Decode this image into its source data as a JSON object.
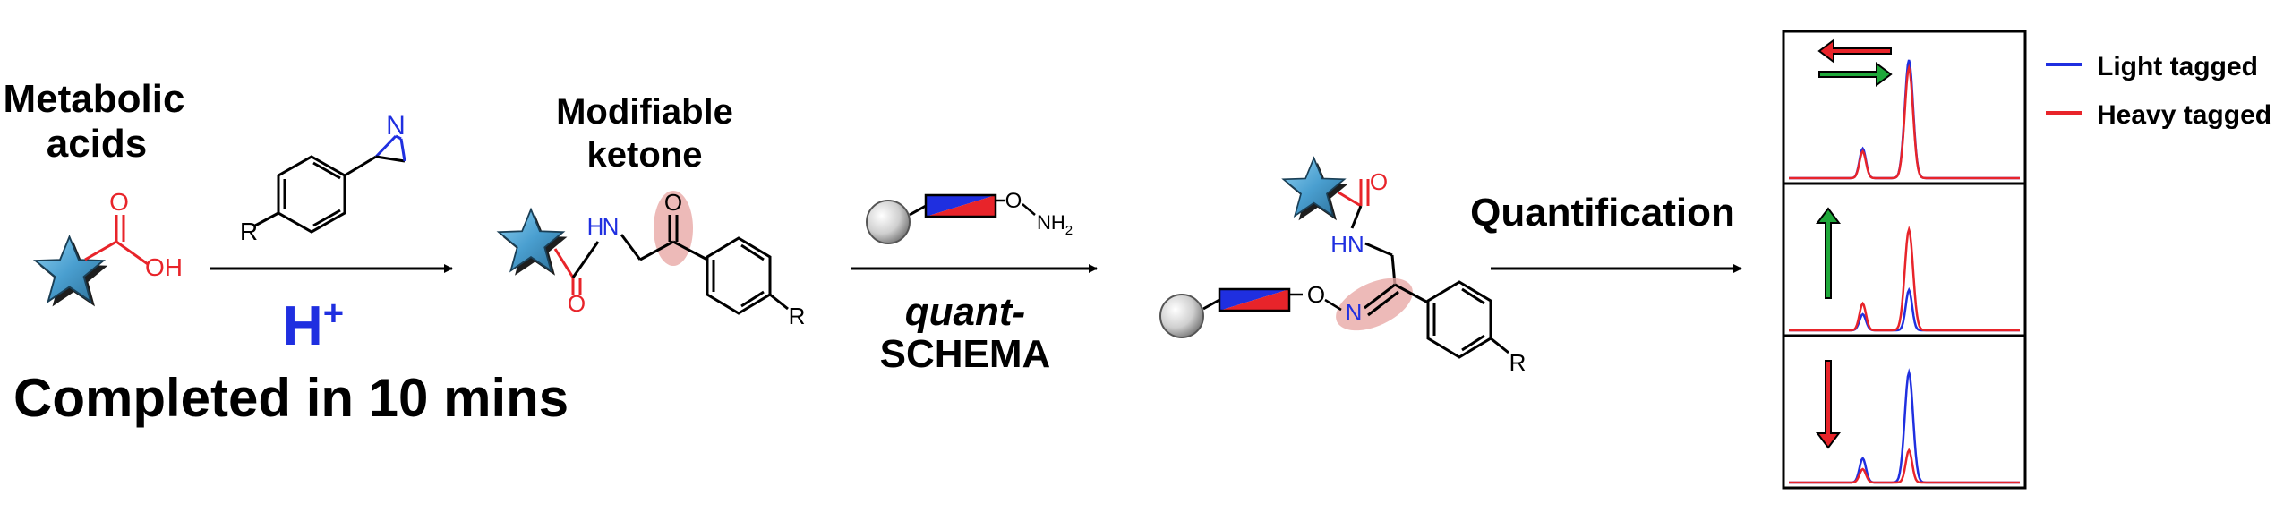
{
  "step1": {
    "title_line1": "Metabolic",
    "title_line2": "acids",
    "oh_label": "OH",
    "o_label": "O",
    "reagent_r": "R",
    "reagent_n": "N",
    "catalyst": "H",
    "catalyst_charge": "+",
    "time_note": "Completed in 10 mins"
  },
  "step2": {
    "title_line1": "Modifiable",
    "title_line2": "ketone",
    "nh_label": "H",
    "n_label": "N",
    "o_amide": "O",
    "o_ketone": "O",
    "r_label": "R",
    "reagent_o": "O",
    "reagent_nh2": "NH",
    "reagent_sub": "2",
    "method_line1": "quant-",
    "method_line2": "SCHEMA"
  },
  "step3": {
    "hn_label": "HN",
    "o_label": "O",
    "n_label": "N",
    "o_link": "O",
    "r_label": "R"
  },
  "step4": {
    "label": "Quantification"
  },
  "legend": {
    "entries": [
      {
        "label": "Light tagged",
        "color": "#1f2fe0"
      },
      {
        "label": "Heavy tagged",
        "color": "#e8242a"
      }
    ]
  },
  "colors": {
    "red": "#e8242a",
    "blue": "#1f2fe0",
    "star": "#4a9fd0",
    "highlight": "#e9a9a6",
    "arrow_green": "#1fa83a"
  },
  "chart_data": {
    "type": "line",
    "panels": [
      {
        "direction": "both",
        "series": [
          {
            "name": "Light tagged",
            "peaks": [
              {
                "x": 0.32,
                "y": 0.22
              },
              {
                "x": 0.52,
                "y": 0.88
              }
            ]
          },
          {
            "name": "Heavy tagged",
            "peaks": [
              {
                "x": 0.32,
                "y": 0.2
              },
              {
                "x": 0.52,
                "y": 0.82
              }
            ]
          }
        ]
      },
      {
        "direction": "up",
        "series": [
          {
            "name": "Light tagged",
            "peaks": [
              {
                "x": 0.32,
                "y": 0.12
              },
              {
                "x": 0.52,
                "y": 0.3
              }
            ]
          },
          {
            "name": "Heavy tagged",
            "peaks": [
              {
                "x": 0.32,
                "y": 0.2
              },
              {
                "x": 0.52,
                "y": 0.75
              }
            ]
          }
        ]
      },
      {
        "direction": "down",
        "series": [
          {
            "name": "Light tagged",
            "peaks": [
              {
                "x": 0.32,
                "y": 0.18
              },
              {
                "x": 0.52,
                "y": 0.82
              }
            ]
          },
          {
            "name": "Heavy tagged",
            "peaks": [
              {
                "x": 0.32,
                "y": 0.1
              },
              {
                "x": 0.52,
                "y": 0.24
              }
            ]
          }
        ]
      }
    ]
  }
}
